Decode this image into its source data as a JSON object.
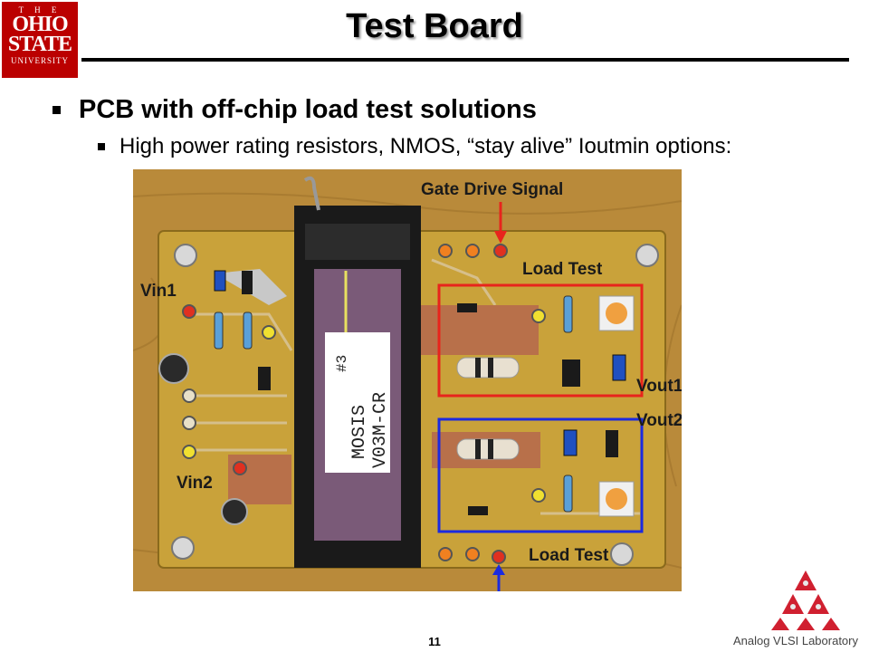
{
  "logo": {
    "line1": "T H E",
    "line2": "OHIO",
    "line3": "STATE",
    "line4": "UNIVERSITY"
  },
  "title": "Test Board",
  "bullets": {
    "level1": "PCB with off-chip load test solutions",
    "level2": "High power rating resistors, NMOS, “stay alive” Ioutmin options:"
  },
  "photo_labels": {
    "gate_drive": "Gate Drive Signal",
    "load_test_top": "Load Test",
    "load_test_bottom": "Load Test",
    "vin1": "Vin1",
    "vin2": "Vin2",
    "vout1": "Vout1",
    "vout2": "Vout2",
    "chip_line1": "#3",
    "chip_line2": "MOSIS",
    "chip_line3": "V03M-CR"
  },
  "colors": {
    "red_box": "#e8241c",
    "blue_box": "#1b2ae0",
    "pcb": "#c9a23a",
    "wood": "#b98a3a"
  },
  "page_number": "11",
  "footer": {
    "lab": "Analog VLSI Laboratory"
  }
}
